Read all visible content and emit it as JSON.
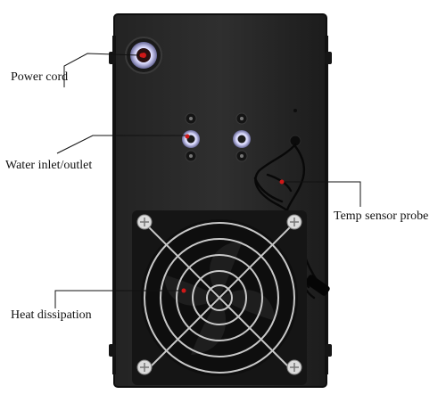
{
  "callouts": {
    "power_cord": "Power cord",
    "water_inlet_outlet": "Water inlet/outlet",
    "temp_sensor_probe": "Temp sensor probe",
    "heat_dissipation": "Heat dissipation"
  },
  "colors": {
    "housing": "#2b2b2b",
    "housing_edge": "#111111",
    "leader_line": "#111111",
    "marker_dot": "#d01818",
    "fan_grille": "#c8c8c8",
    "port_ring": "#e6e6ff"
  },
  "icons": {
    "power_cord": "power-socket-icon",
    "ports": "water-port-icon",
    "fan": "fan-grille-icon",
    "probe": "sensor-cable-icon"
  }
}
